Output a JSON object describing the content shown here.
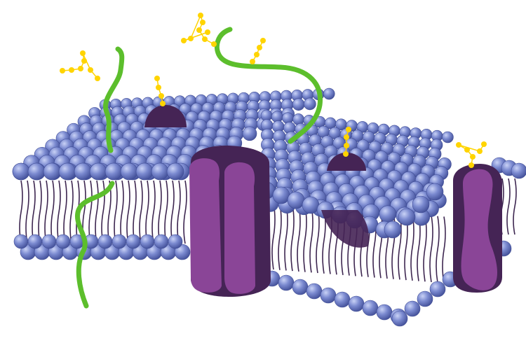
{
  "figure": {
    "subject": "cell membrane",
    "colors": {
      "background": "#ffffff",
      "phospholipid_head": "#6d7dc4",
      "phospholipid_head_highlight": "#c9d2f6",
      "phospholipid_head_shadow": "#3f4c95",
      "lipid_tail": "#3d2650",
      "lipid_tail_light": "#a98bc4",
      "protein_dark": "#452455",
      "protein_light": "#8a4597",
      "glycoprotein_chain": "#5cbe2c",
      "carbohydrate": "#ffd400"
    },
    "components": [
      {
        "name": "phospholipid-bilayer",
        "icon": "sphere-with-tails"
      },
      {
        "name": "channel-protein",
        "icon": "split-cylinder"
      },
      {
        "name": "integral-protein",
        "icon": "cylinder"
      },
      {
        "name": "peripheral-protein",
        "icon": "dome"
      },
      {
        "name": "glycoprotein",
        "icon": "green-strand"
      },
      {
        "name": "glycolipid",
        "icon": "yellow-bead-chain"
      }
    ]
  }
}
